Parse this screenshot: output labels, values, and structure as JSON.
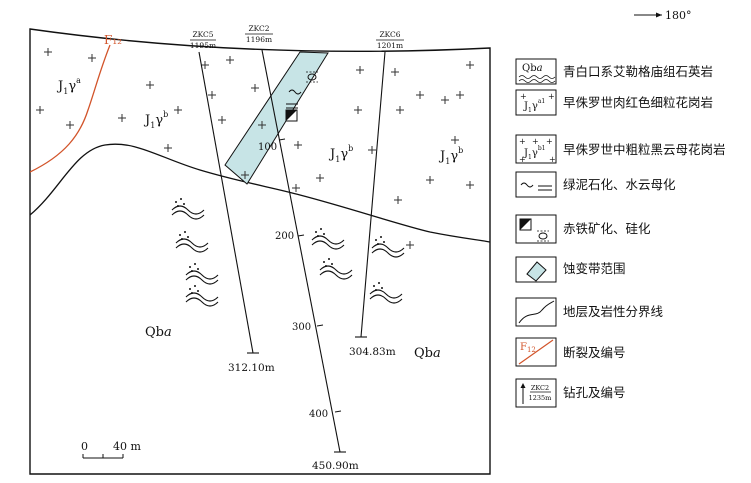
{
  "north_arrow": {
    "label": "180°"
  },
  "fault": {
    "label": "F₁₂",
    "color": "#d2542a"
  },
  "map_units": {
    "j1a": {
      "main": "J",
      "sub": "1",
      "greek": "γ",
      "sup": "a"
    },
    "j1b": {
      "main": "J",
      "sub": "1",
      "greek": "γ",
      "sup": "b"
    },
    "qba": {
      "main": "Qb",
      "italic": "a"
    }
  },
  "drill_holes": [
    {
      "id": "ZKC5",
      "elevation": "1195m",
      "depth": "312.10m"
    },
    {
      "id": "ZKC2",
      "elevation": "1196m",
      "depth": "450.90m"
    },
    {
      "id": "ZKC6",
      "elevation": "1201m",
      "depth": "304.83m"
    }
  ],
  "depth_marks": [
    "100",
    "200",
    "300",
    "400"
  ],
  "scale_bar": {
    "start": "0",
    "end": "40 m"
  },
  "alteration_color": "#c7e4e6",
  "legend": [
    {
      "key": "qba",
      "symbol_text": "Qba",
      "label": "青白口系艾勒格庙组石英岩"
    },
    {
      "key": "j1a",
      "symbol_text": "J1γa1",
      "label": "早侏罗世肉红色细粒花岗岩"
    },
    {
      "key": "j1b",
      "symbol_text": "J1γb1",
      "label": "早侏罗世中粗粒黑云母花岗岩"
    },
    {
      "key": "chlorite",
      "label": "绿泥石化、水云母化"
    },
    {
      "key": "hematite",
      "label": "赤铁矿化、硅化"
    },
    {
      "key": "alteration",
      "label": "蚀变带范围"
    },
    {
      "key": "boundary",
      "label": "地层及岩性分界线"
    },
    {
      "key": "fault",
      "symbol_text": "F12",
      "label": "断裂及编号"
    },
    {
      "key": "drill",
      "symbol_text": "ZKC2",
      "symbol_sub": "1235m",
      "label": "钻孔及编号"
    }
  ]
}
